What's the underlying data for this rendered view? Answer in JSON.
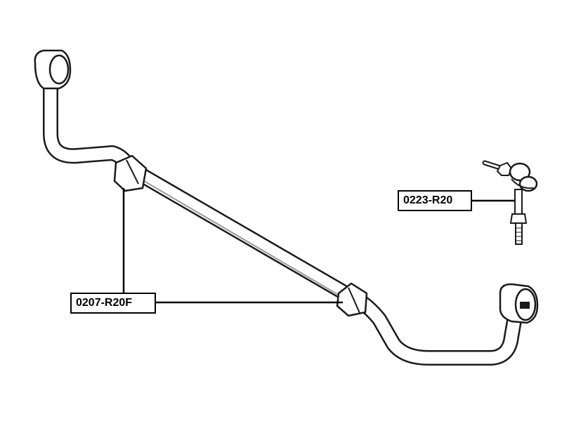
{
  "diagram": {
    "part_labels": [
      {
        "id": "stabilizer_bushing",
        "text": "0207-R20F"
      },
      {
        "id": "stabilizer_link",
        "text": "0223-R20"
      }
    ],
    "colors": {
      "line": "#1a1a1a",
      "background": "#ffffff",
      "label_border": "#000000"
    }
  }
}
